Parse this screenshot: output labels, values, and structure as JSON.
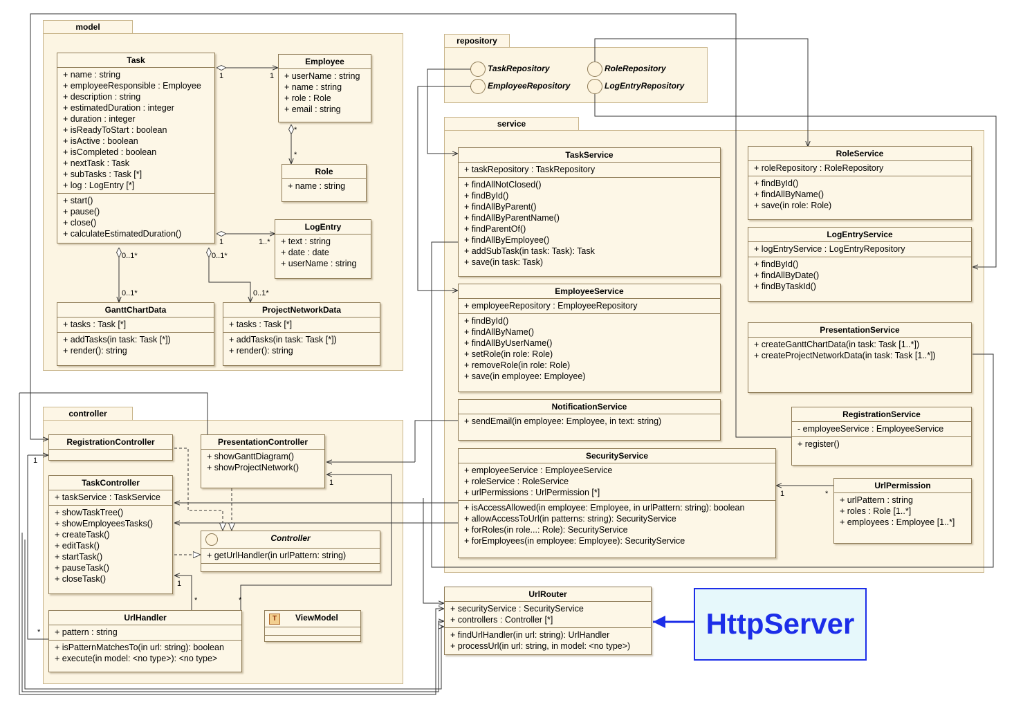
{
  "packages": {
    "model": "model",
    "repository": "repository",
    "service": "service",
    "controller": "controller"
  },
  "classes": {
    "task": {
      "name": "Task",
      "attributes": [
        "+ name : string",
        "+ employeeResponsible : Employee",
        "+ description : string",
        "+ estimatedDuration : integer",
        "+ duration : integer",
        "+ isReadyToStart : boolean",
        "+ isActive : boolean",
        "+ isCompleted : boolean",
        "+ nextTask : Task",
        "+ subTasks : Task [*]",
        "+ log : LogEntry [*]"
      ],
      "operations": [
        "+ start()",
        "+ pause()",
        "+ close()",
        "+ calculateEstimatedDuration()"
      ]
    },
    "employee": {
      "name": "Employee",
      "attributes": [
        "+ userName : string",
        "+ name : string",
        "+ role : Role",
        "+ email : string"
      ]
    },
    "role": {
      "name": "Role",
      "attributes": [
        "+ name : string"
      ]
    },
    "log_entry": {
      "name": "LogEntry",
      "attributes": [
        "+ text : string",
        "+ date : date",
        "+ userName : string"
      ]
    },
    "gantt_chart_data": {
      "name": "GanttChartData",
      "attributes": [
        "+ tasks : Task [*]"
      ],
      "operations": [
        "+ addTasks(in task: Task [*])",
        "+ render(): string"
      ]
    },
    "project_network_data": {
      "name": "ProjectNetworkData",
      "attributes": [
        "+ tasks : Task [*]"
      ],
      "operations": [
        "+ addTasks(in task: Task [*])",
        "+ render(): string"
      ]
    },
    "task_service": {
      "name": "TaskService",
      "attributes": [
        "+ taskRepository : TaskRepository"
      ],
      "operations": [
        "+ findAllNotClosed()",
        "+ findById()",
        "+ findAllByParent()",
        "+ findAllByParentName()",
        "+ findParentOf()",
        "+ findAllByEmployee()",
        "+ addSubTask(in task: Task): Task",
        "+ save(in task: Task)"
      ]
    },
    "employee_service": {
      "name": "EmployeeService",
      "attributes": [
        "+ employeeRepository : EmployeeRepository"
      ],
      "operations": [
        "+ findById()",
        "+ findAllByName()",
        "+ findAllByUserName()",
        "+ setRole(in role: Role)",
        "+ removeRole(in role: Role)",
        "+ save(in employee: Employee)"
      ]
    },
    "notification_service": {
      "name": "NotificationService",
      "attributes": [
        "+ sendEmail(in employee: Employee, in text: string)"
      ]
    },
    "security_service": {
      "name": "SecurityService",
      "attributes": [
        "+ employeeService : EmployeeService",
        "+ roleService : RoleService",
        "+ urlPermissions : UrlPermission [*]"
      ],
      "operations": [
        "+ isAccessAllowed(in employee: Employee, in urlPattern: string): boolean",
        "+ allowAccessToUrl(in patterns: string): SecurityService",
        "+ forRoles(in role...: Role): SecurityService",
        "+ forEmployees(in employee: Employee): SecurityService"
      ]
    },
    "role_service": {
      "name": "RoleService",
      "attributes": [
        "+ roleRepository : RoleRepository"
      ],
      "operations": [
        "+ findById()",
        "+ findAllByName()",
        "+ save(in role: Role)"
      ]
    },
    "log_entry_service": {
      "name": "LogEntryService",
      "attributes": [
        "+ logEntryService : LogEntryRepository"
      ],
      "operations": [
        "+ findById()",
        "+ findAllByDate()",
        "+ findByTaskId()"
      ]
    },
    "presentation_service": {
      "name": "PresentationService",
      "attributes": [
        "+ createGanttChartData(in task: Task [1..*])",
        "+ createProjectNetworkData(in task: Task [1..*])"
      ]
    },
    "registration_service": {
      "name": "RegistrationService",
      "attributes": [
        "- employeeService : EmployeeService"
      ],
      "operations": [
        "+ register()"
      ]
    },
    "url_permission": {
      "name": "UrlPermission",
      "attributes": [
        "+ urlPattern : string",
        "+ roles : Role [1..*]",
        "+ employees : Employee [1..*]"
      ]
    },
    "registration_controller": {
      "name": "RegistrationController"
    },
    "presentation_controller": {
      "name": "PresentationController",
      "attributes": [
        "+ showGanttDiagram()",
        "+ showProjectNetwork()"
      ]
    },
    "task_controller": {
      "name": "TaskController",
      "attributes": [
        "+ taskService : TaskService"
      ],
      "operations": [
        "+ showTaskTree()",
        "+ showEmployeesTasks()",
        "+ createTask()",
        "+ editTask()",
        "+ startTask()",
        "+ pauseTask()",
        "+ closeTask()"
      ]
    },
    "controller": {
      "name": "Controller",
      "attributes": [
        "+ getUrlHandler(in urlPattern: string)"
      ]
    },
    "url_handler": {
      "name": "UrlHandler",
      "attributes": [
        "+ pattern : string"
      ],
      "operations": [
        "+ isPatternMatchesTo(in url: string): boolean",
        "+ execute(in model: <no type>): <no type>"
      ]
    },
    "view_model": {
      "name": "ViewModel",
      "badge": "T"
    },
    "url_router": {
      "name": "UrlRouter",
      "attributes": [
        "+ securityService : SecurityService",
        "+ controllers : Controller [*]"
      ],
      "operations": [
        "+ findUrlHandler(in url: string): UrlHandler",
        "+ processUrl(in url: string, in model: <no type>)"
      ]
    }
  },
  "interfaces": [
    "TaskRepository",
    "EmployeeRepository",
    "RoleRepository",
    "LogEntryRepository"
  ],
  "multiplicities": {
    "task_emp_a": "1",
    "task_emp_b": "1",
    "emp_role_a": "*",
    "emp_role_b": "*",
    "task_log_a": "1",
    "task_log_b": "1..*",
    "task_gantt_a": "0..1*",
    "task_gantt_b": "0..1*",
    "task_pnd_a": "0..1*",
    "task_pnd_b": "0..1*",
    "regctl_1": "1",
    "presctl_1": "1",
    "taskctl_1": "1",
    "handler_star_a": "*",
    "handler_star_b": "*",
    "handler_star_c": "*",
    "perm_1": "1",
    "perm_star": "*"
  },
  "http_server": {
    "label": "HttpServer"
  }
}
